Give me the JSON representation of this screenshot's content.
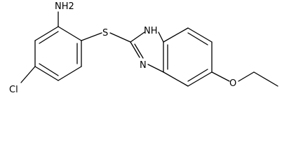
{
  "molecule": {
    "atoms": {
      "nh2": "NH2",
      "s": "S",
      "cl": "Cl",
      "nh": "NH",
      "n": "N",
      "o": "O"
    },
    "colors": {
      "bond": "#000000",
      "label": "#000000",
      "background": "#ffffff"
    }
  }
}
